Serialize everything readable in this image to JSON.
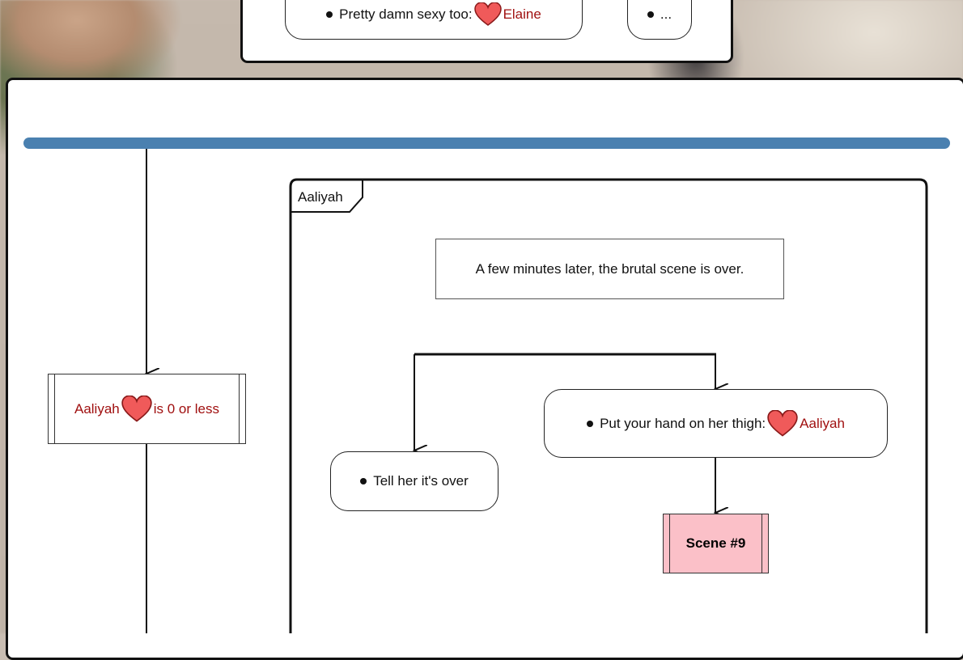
{
  "top_panel": {
    "choice_left": {
      "text": "Pretty damn sexy too:",
      "character": "Elaine"
    },
    "choice_right": {
      "text": "..."
    }
  },
  "main_panel": {
    "condition": {
      "character": "Aaliyah",
      "text": "is 0 or less"
    },
    "group": {
      "label": "Aaliyah",
      "narration": "A few minutes later, the brutal scene is over.",
      "option_tell": "Tell her it's over",
      "option_thigh": {
        "text": "Put your hand on her thigh:",
        "character": "Aaliyah"
      },
      "scene": "Scene #9"
    }
  },
  "colors": {
    "fork_bar": "#4a80b0",
    "character_text": "#a01010",
    "heart": "#f05a5a",
    "scene_fill": "#fbc0c8"
  }
}
